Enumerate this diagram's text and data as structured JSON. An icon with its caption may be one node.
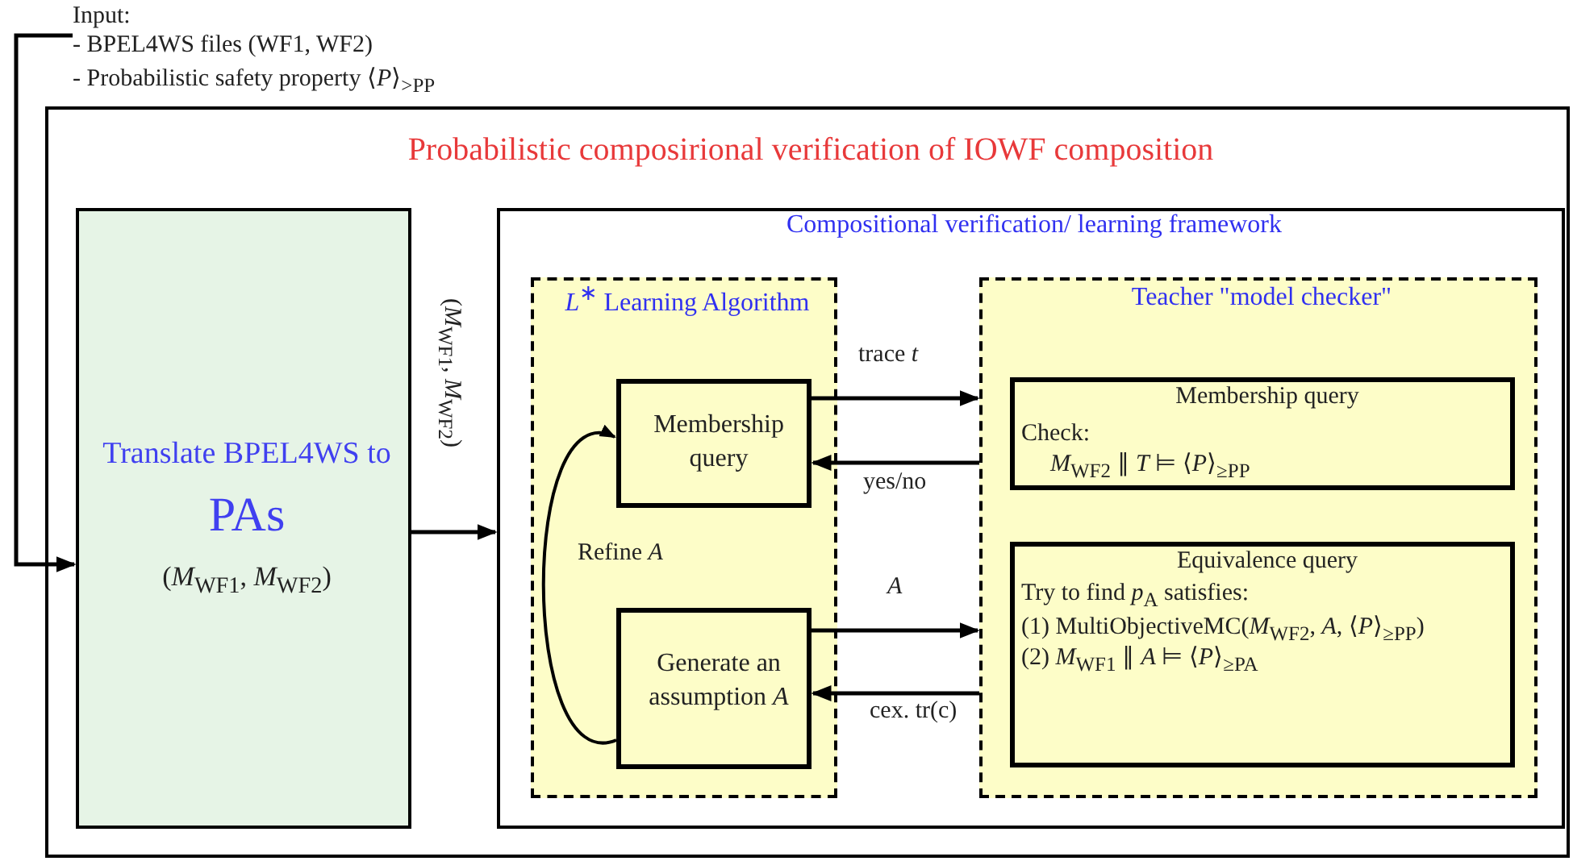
{
  "diagram": {
    "nodes": [
      {
        "text": [
          "Input:",
          "- BPEL4WS files (WF1, WF2)",
          "- Probabilistic safety property ⟨*P*⟩$_{>PP}$"
        ]
      },
      {
        "text": [
          "Probabilistic composirional verification of IOWF composition"
        ]
      },
      {
        "text": [
          "Translate BPEL4WS to",
          "PAs",
          "(*M*$_{WF1}$, *M*$_{WF2}$)"
        ],
        "in": 1
      },
      {
        "text": [
          "Compositional verification/ learning framework"
        ],
        "in": 1
      },
      {
        "text": [
          "*L*$^{∗}$ Learning Algorithm"
        ],
        "in": 3
      },
      {
        "text": [
          "Membership query"
        ],
        "in": 4
      },
      {
        "text": [
          "Generate an assumption *A*"
        ],
        "in": 4
      },
      {
        "text": [
          "Teacher \"model checker\""
        ],
        "in": 3
      },
      {
        "text": [
          "Membership query",
          "Check:",
          "*M*$_{WF2}$ ∥ *T* ⊨ ⟨*P*⟩$_{≥PP}$"
        ],
        "in": 7
      },
      {
        "text": [
          "Equivalence query",
          "Try to find *p*$_{A}$ satisfies:",
          "(1) MultiObjectiveMC(*M*$_{WF2}$, *A*, ⟨*P*⟩$_{≥PP}$)",
          "(2) *M*$_{WF1}$ ∥ *A* ⊨ ⟨*P*⟩$_{≥PA}$"
        ],
        "in": 7
      }
    ],
    "edges": [
      {
        "from": 0,
        "to": 2,
        "arrow": "to"
      },
      {
        "from": 2,
        "to": 3,
        "arrow": "to",
        "label": "(*M*$_{WF1}$, *M*$_{WF2}$)"
      },
      {
        "from": 5,
        "to": 7,
        "arrow": "to",
        "label": "trace *t*"
      },
      {
        "from": 7,
        "to": 5,
        "arrow": "to",
        "label": "yes/no"
      },
      {
        "from": 6,
        "to": 7,
        "arrow": "to",
        "label": "*A*"
      },
      {
        "from": 7,
        "to": 6,
        "arrow": "to",
        "label": "cex. tr(c)"
      },
      {
        "from": 6,
        "to": 5,
        "arrow": "to",
        "label": "Refine *A*"
      }
    ]
  }
}
